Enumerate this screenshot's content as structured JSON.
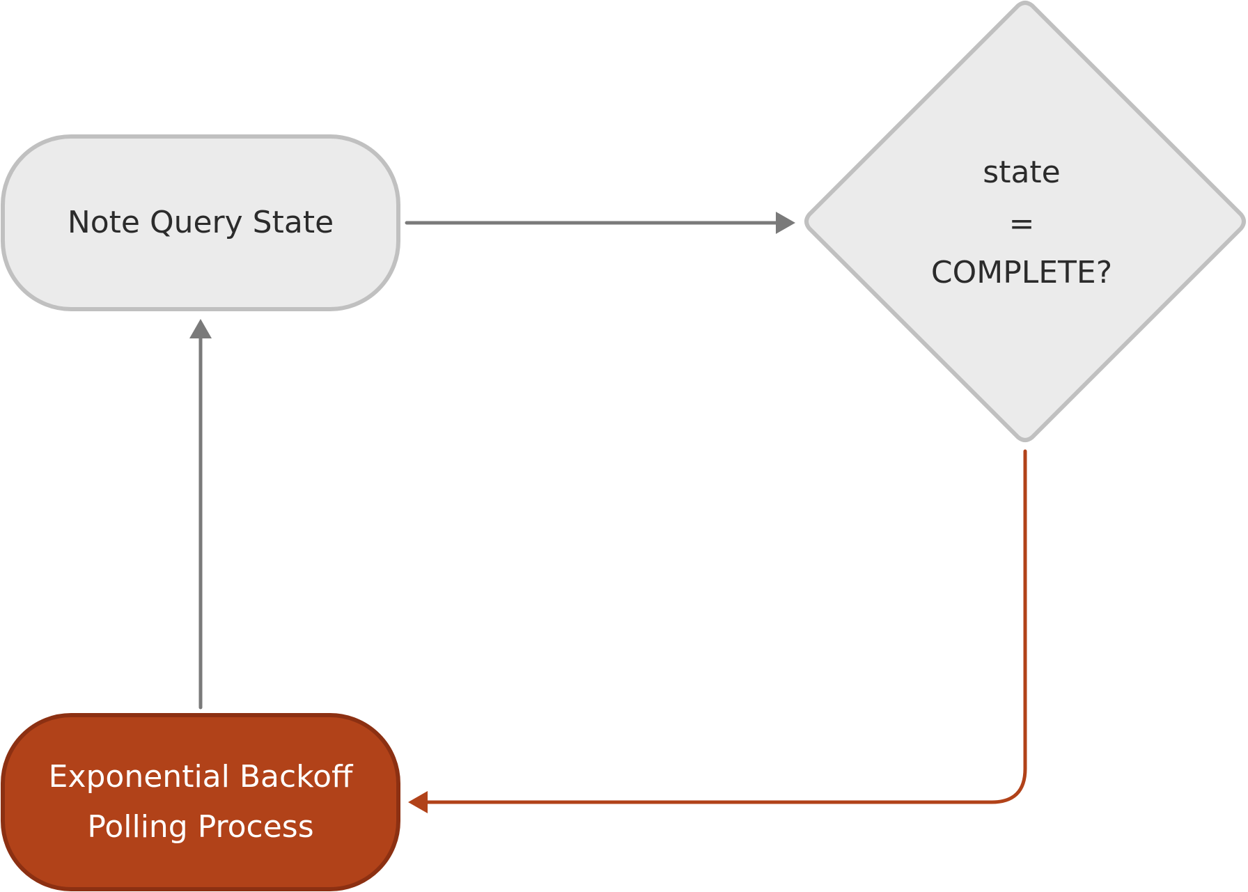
{
  "nodes": {
    "note_query_state": {
      "label": "Note Query State",
      "fill": "#ebebeb",
      "stroke": "#c0c0c0"
    },
    "decision": {
      "line1": "state",
      "line2": "=",
      "line3": "COMPLETE?",
      "fill": "#ebebeb",
      "stroke": "#c0c0c0"
    },
    "backoff": {
      "line1": "Exponential Backoff",
      "line2": "Polling Process",
      "fill": "#b14219",
      "stroke": "#8c3012"
    }
  },
  "edges": {
    "gray_color": "#7a7a7a",
    "red_color": "#b14219"
  }
}
